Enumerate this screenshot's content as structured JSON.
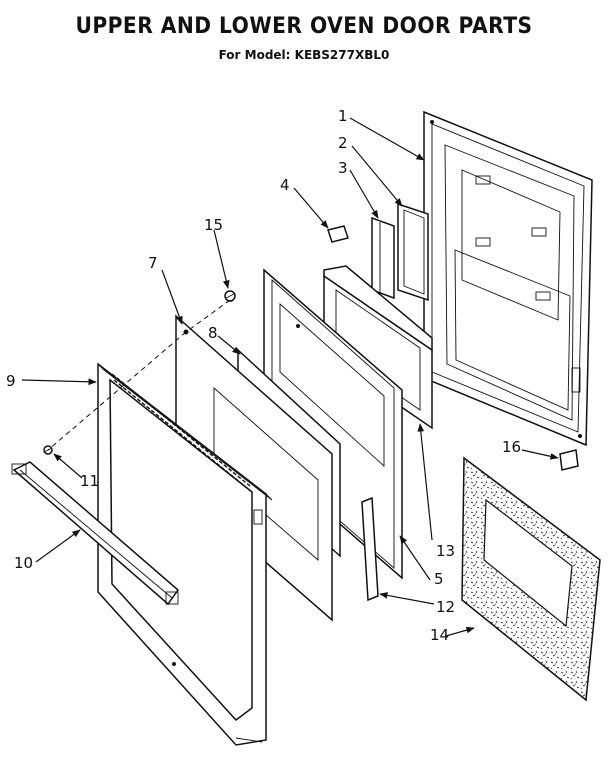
{
  "header": {
    "title": "UPPER AND LOWER OVEN DOOR PARTS",
    "subtitle": "For Model: KEBS277XBL0"
  },
  "callouts": [
    {
      "id": "1",
      "text": "1"
    },
    {
      "id": "2",
      "text": "2"
    },
    {
      "id": "3",
      "text": "3"
    },
    {
      "id": "4",
      "text": "4"
    },
    {
      "id": "5",
      "text": "5"
    },
    {
      "id": "7",
      "text": "7"
    },
    {
      "id": "8",
      "text": "8"
    },
    {
      "id": "9",
      "text": "9"
    },
    {
      "id": "10",
      "text": "10"
    },
    {
      "id": "11",
      "text": "11"
    },
    {
      "id": "12",
      "text": "12"
    },
    {
      "id": "13",
      "text": "13"
    },
    {
      "id": "14",
      "text": "14"
    },
    {
      "id": "15",
      "text": "15"
    },
    {
      "id": "16",
      "text": "16"
    }
  ],
  "colors": {
    "ink": "#111111",
    "paper": "#ffffff"
  }
}
